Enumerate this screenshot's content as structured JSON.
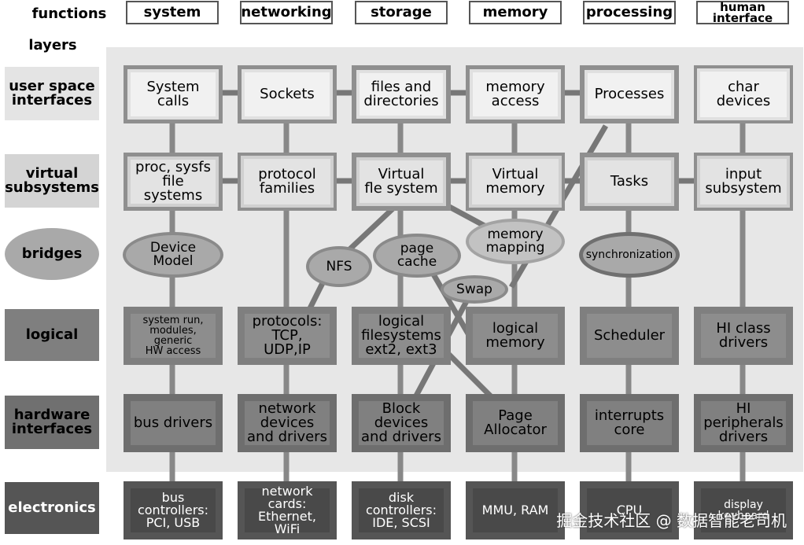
{
  "headers": {
    "functions": "functions",
    "layers": "layers"
  },
  "columns": [
    "system",
    "networking",
    "storage",
    "memory",
    "processing",
    "human\ninterface"
  ],
  "rows": [
    {
      "label": "user space\ninterfaces"
    },
    {
      "label": "virtual\nsubsystems"
    },
    {
      "label": "bridges"
    },
    {
      "label": "logical"
    },
    {
      "label": "hardware\ninterfaces"
    },
    {
      "label": "electronics"
    }
  ],
  "cells": {
    "user_space": [
      "System calls",
      "Sockets",
      "files and\ndirectories",
      "memory\naccess",
      "Processes",
      "char\ndevices"
    ],
    "virtual": [
      "proc, sysfs\nfile systems",
      "protocol\nfamilies",
      "Virtual\nfle system",
      "Virtual\nmemory",
      "Tasks",
      "input\nsubsystem"
    ],
    "logical": [
      "system run,\nmodules,\ngeneric\nHW access",
      "protocols:\nTCP, UDP,IP",
      "logical\nfilesystems\next2, ext3",
      "logical\nmemory",
      "Scheduler",
      "HI class\ndrivers"
    ],
    "hardware": [
      "bus drivers",
      "network\ndevices\nand drivers",
      "Block\ndevices\nand drivers",
      "Page\nAllocator",
      "interrupts\ncore",
      "HI\nperipherals\ndrivers"
    ],
    "electronics": [
      "bus\ncontrollers:\nPCI, USB",
      "network\ncards:\nEthernet, WiFi",
      "disk\ncontrollers:\nIDE, SCSI",
      "MMU, RAM",
      "CPU",
      "display\nkeyboard"
    ]
  },
  "bridges": {
    "device_model": "Device\nModel",
    "nfs": "NFS",
    "page_cache": "page\ncache",
    "memory_mapping": "memory\nmapping",
    "swap": "Swap",
    "synchronization": "synchronization"
  },
  "watermark": "掘金技术社区 @ 数据智能老司机",
  "colors": {
    "panel": "#e7e7e7",
    "row_user": "#e4e4e4",
    "row_virtual": "#d4d4d4",
    "row_bridges": "#a9a9a9",
    "row_logical": "#7f7f7f",
    "row_hardware": "#707070",
    "row_electronics": "#555555"
  }
}
